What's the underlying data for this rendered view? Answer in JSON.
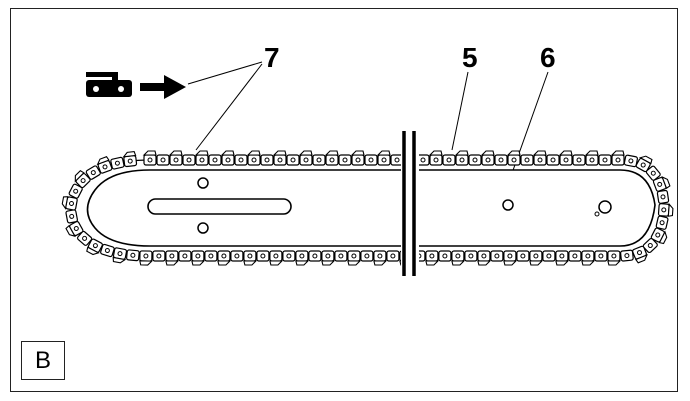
{
  "callouts": {
    "label_7": "7",
    "label_5": "5",
    "label_6": "6"
  },
  "panel_letter": "B",
  "icons": {
    "chain_symbol": "chain-link-icon",
    "direction": "arrow-right-icon"
  },
  "colors": {
    "ink": "#000000",
    "paper": "#ffffff"
  }
}
